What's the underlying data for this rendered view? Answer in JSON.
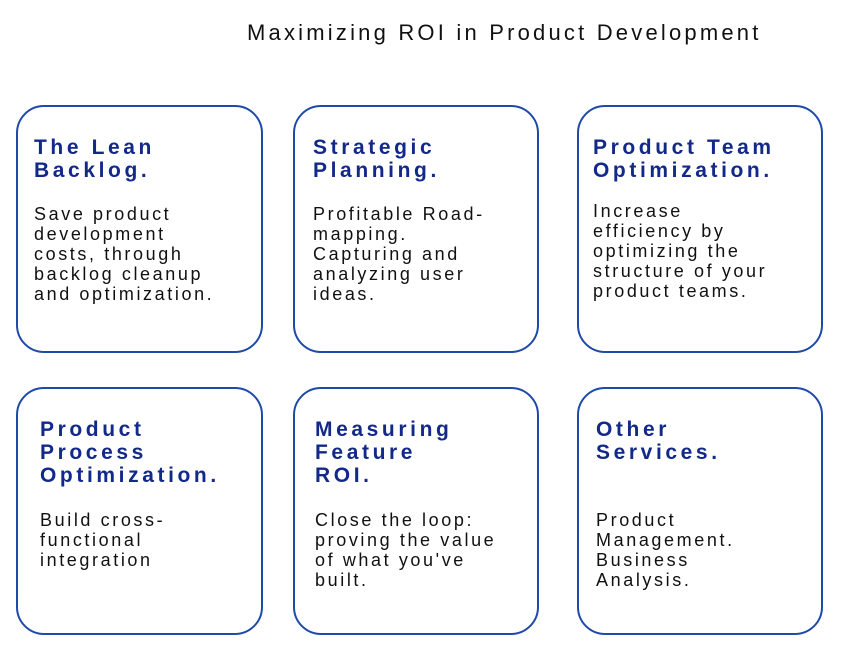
{
  "page": {
    "title": "Maximizing ROI in Product Development"
  },
  "cards": [
    {
      "title": "The Lean\nBacklog.",
      "text": "Save product\ndevelopment\ncosts, through\nbacklog cleanup\nand optimization."
    },
    {
      "title": "Strategic\nPlanning.",
      "text": "Profitable Road-\nmapping.\nCapturing and\nanalyzing user\nideas."
    },
    {
      "title": "Product Team\nOptimization.",
      "text": "Increase\nefficiency by\noptimizing the\nstructure of your\nproduct teams."
    },
    {
      "title": "Product\nProcess\nOptimization.",
      "text": "Build cross-\nfunctional\nintegration"
    },
    {
      "title": "Measuring\nFeature\nROI.",
      "text": "Close the loop:\nproving the value\nof what you've\nbuilt."
    },
    {
      "title": "Other\nServices.",
      "text": "Product\nManagement.\nBusiness\nAnalysis."
    }
  ],
  "colors": {
    "accent": "#13298a",
    "border": "#1e4aa8",
    "text": "#111111",
    "background": "#ffffff"
  }
}
